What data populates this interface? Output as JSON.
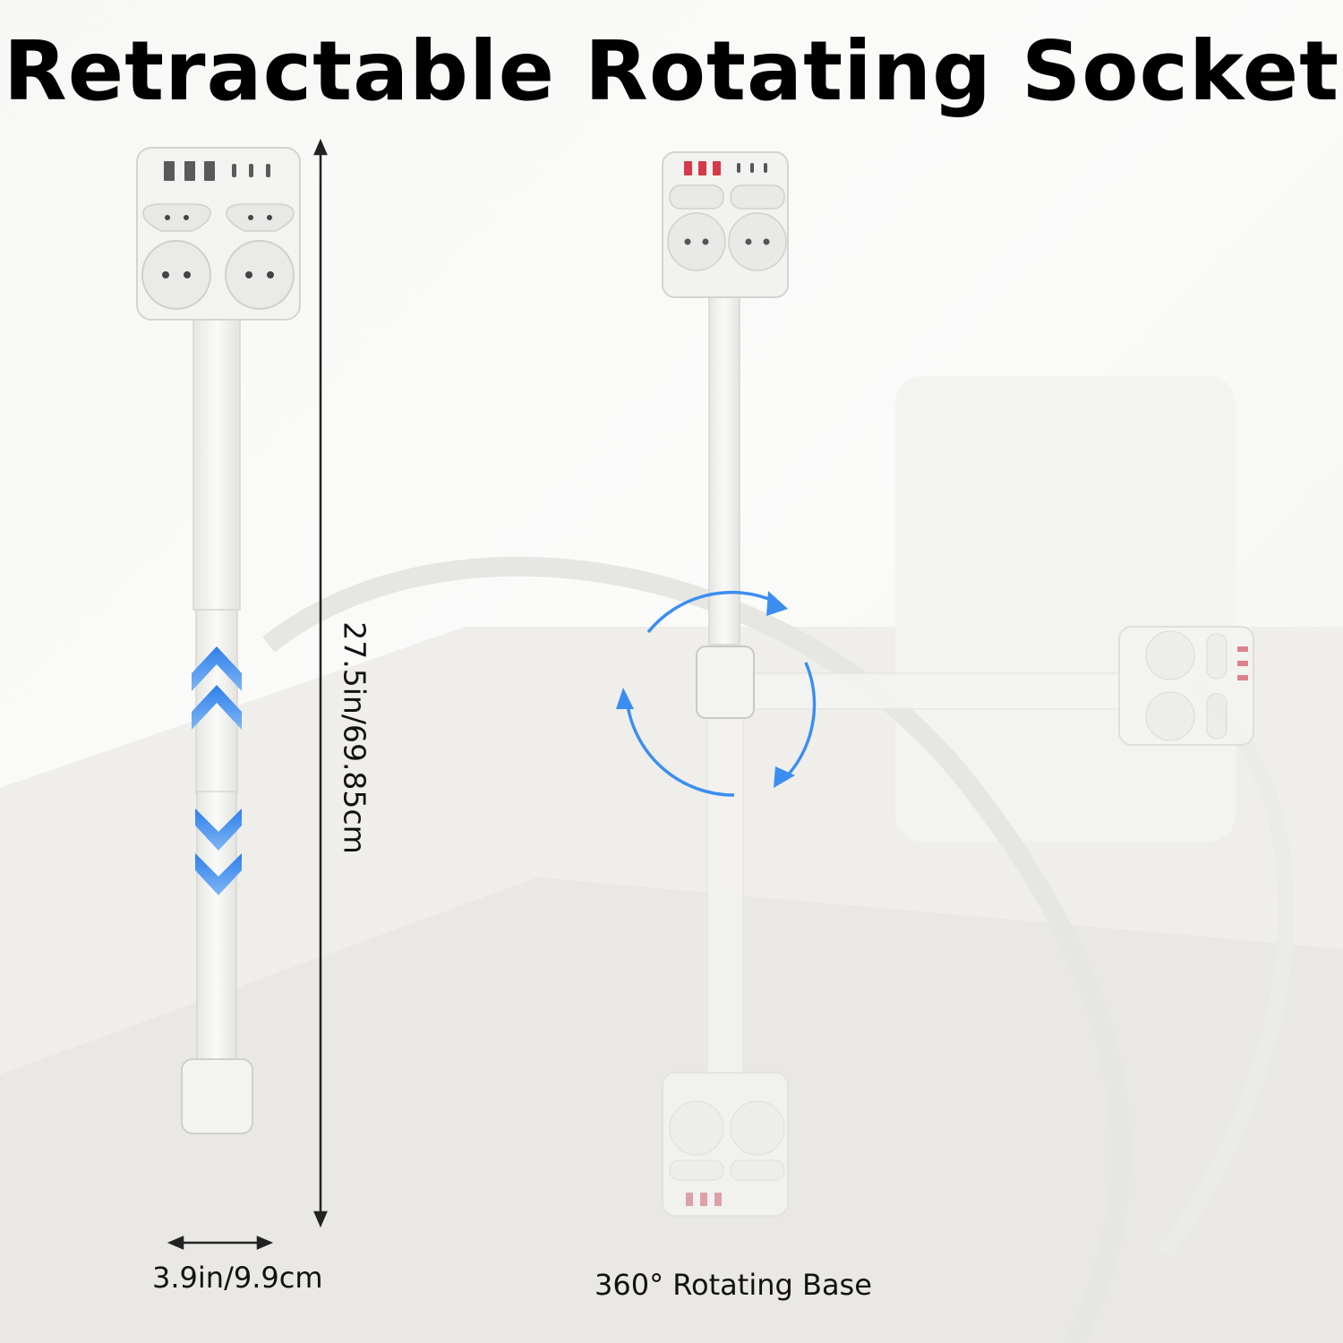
{
  "title": "Retractable Rotating Socket",
  "dimensions": {
    "height": "27.5in/69.85cm",
    "width": "3.9in/9.9cm"
  },
  "feature_caption": "360° Rotating Base",
  "colors": {
    "title": "#000000",
    "accent_arrows": "#3b8ef0",
    "socket_body": "#f4f4f2",
    "usb_a_port": "#d43a4a"
  },
  "icons": [
    "double-chevron-up-icon",
    "double-chevron-down-icon",
    "rotate-arrows-icon",
    "dimension-arrow-icon"
  ]
}
